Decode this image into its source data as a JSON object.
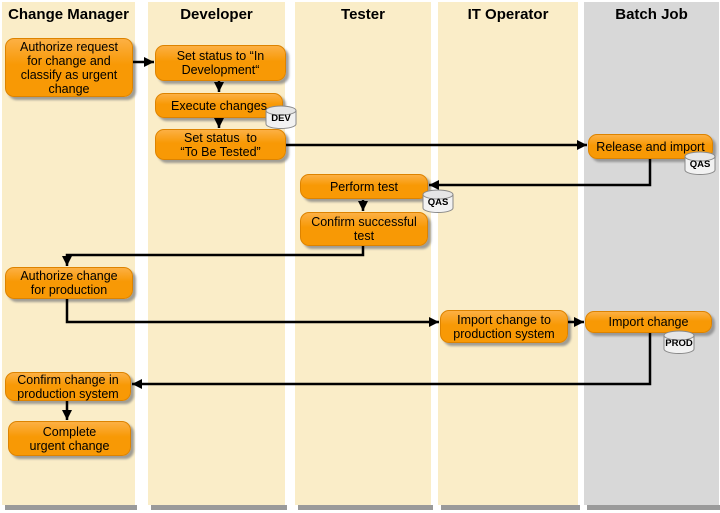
{
  "diagram_type": "swimlane-flowchart",
  "colors": {
    "background": "#FFFFFF",
    "lane_fill": "#FAEDC8",
    "lane_alt_fill": "#D8D8D8",
    "node_fill": "#F89905",
    "node_fill_light": "#FCB044",
    "node_border": "#DD8300",
    "arrow": "#000000",
    "shadow": "#9A9A9A",
    "header_text": "#000000",
    "node_text": "#000000"
  },
  "lanes": [
    {
      "id": "change-manager",
      "label": "Change Manager",
      "fill": "cream"
    },
    {
      "id": "developer",
      "label": "Developer",
      "fill": "cream"
    },
    {
      "id": "tester",
      "label": "Tester",
      "fill": "cream"
    },
    {
      "id": "it-operator",
      "label": "IT Operator",
      "fill": "cream"
    },
    {
      "id": "batch-job",
      "label": "Batch Job",
      "fill": "gray"
    }
  ],
  "nodes": [
    {
      "id": "authorize-request",
      "lane": "change-manager",
      "label": "Authorize request\nfor change and\nclassify as urgent\nchange"
    },
    {
      "id": "set-status-in-development",
      "lane": "developer",
      "label": "Set status to “In\nDevelopment“"
    },
    {
      "id": "execute-changes",
      "lane": "developer",
      "label": "Execute changes"
    },
    {
      "id": "set-status-to-be-tested",
      "lane": "developer",
      "label": "Set status  to\n“To Be Tested”"
    },
    {
      "id": "release-and-import",
      "lane": "batch-job",
      "label": "Release and import"
    },
    {
      "id": "perform-test",
      "lane": "tester",
      "label": "Perform test"
    },
    {
      "id": "confirm-successful-test",
      "lane": "tester",
      "label": "Confirm successful\ntest"
    },
    {
      "id": "authorize-change-for-production",
      "lane": "change-manager",
      "label": "Authorize change\nfor production"
    },
    {
      "id": "import-change-to-production-system",
      "lane": "it-operator",
      "label": "Import change to\nproduction system"
    },
    {
      "id": "import-change",
      "lane": "batch-job",
      "label": "Import change"
    },
    {
      "id": "confirm-change-in-production-system",
      "lane": "change-manager",
      "label": "Confirm change in\nproduction system"
    },
    {
      "id": "complete-urgent-change",
      "lane": "change-manager",
      "label": "Complete\nurgent change"
    }
  ],
  "databases": [
    {
      "id": "dev-db",
      "label": "DEV",
      "attached_to": "execute-changes"
    },
    {
      "id": "qas-db-batch",
      "label": "QAS",
      "attached_to": "release-and-import"
    },
    {
      "id": "qas-db-tester",
      "label": "QAS",
      "attached_to": "perform-test"
    },
    {
      "id": "prod-db",
      "label": "PROD",
      "attached_to": "import-change"
    }
  ],
  "edges": [
    {
      "from": "authorize-request",
      "to": "set-status-in-development"
    },
    {
      "from": "set-status-in-development",
      "to": "execute-changes"
    },
    {
      "from": "execute-changes",
      "to": "set-status-to-be-tested"
    },
    {
      "from": "set-status-to-be-tested",
      "to": "release-and-import"
    },
    {
      "from": "release-and-import",
      "to": "perform-test"
    },
    {
      "from": "perform-test",
      "to": "confirm-successful-test"
    },
    {
      "from": "confirm-successful-test",
      "to": "authorize-change-for-production"
    },
    {
      "from": "authorize-change-for-production",
      "to": "import-change-to-production-system"
    },
    {
      "from": "import-change-to-production-system",
      "to": "import-change"
    },
    {
      "from": "import-change",
      "to": "confirm-change-in-production-system"
    },
    {
      "from": "confirm-change-in-production-system",
      "to": "complete-urgent-change"
    }
  ]
}
